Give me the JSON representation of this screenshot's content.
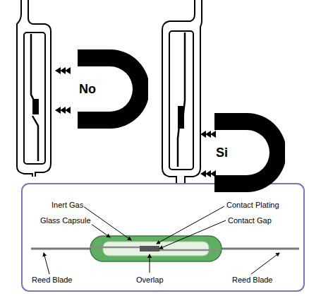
{
  "diagram": {
    "nodes": [
      {
        "text": [
          "No"
        ]
      },
      {
        "text": [
          "Si"
        ]
      }
    ],
    "edges": [],
    "labels": [
      "Inert Gas",
      "Contact Plating",
      "Glass Capsule",
      "Contact Gap",
      "Reed Blade",
      "Overlap",
      "Reed Blade"
    ]
  }
}
